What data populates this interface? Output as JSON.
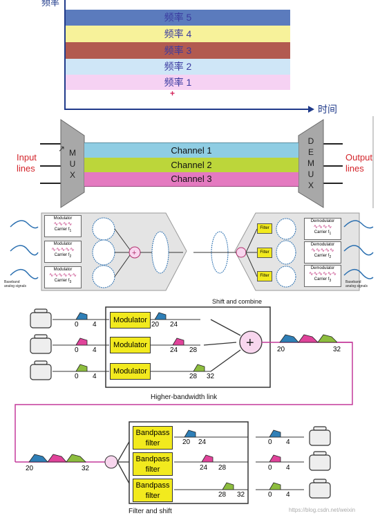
{
  "freq_chart": {
    "y_axis_label": "频率",
    "x_axis_label": "时间",
    "bands": [
      {
        "label": "频率 5",
        "color": "#5b7bbd"
      },
      {
        "label": "频率 4",
        "color": "#f7f29a"
      },
      {
        "label": "频率 3",
        "color": "#b25a50"
      },
      {
        "label": "频率 2",
        "color": "#cfe6f7"
      },
      {
        "label": "频率 1",
        "color": "#f6d2f3"
      }
    ],
    "plus_mark": "+"
  },
  "mux_diagram": {
    "input_label": [
      "Input",
      "lines"
    ],
    "output_label": [
      "Output",
      "lines"
    ],
    "mux_letters": [
      "M",
      "U",
      "X"
    ],
    "demux_letters": [
      "D",
      "E",
      "M",
      "U",
      "X"
    ],
    "channels": [
      {
        "label": "Channel 1",
        "color": "#8fcde3"
      },
      {
        "label": "Channel 2",
        "color": "#bcd63a"
      },
      {
        "label": "Channel 3",
        "color": "#e47ac0"
      }
    ]
  },
  "modulation_diagram": {
    "left_boxes": [
      {
        "title": "Modulator",
        "carrier": "Carrier f",
        "sub": "1"
      },
      {
        "title": "Modulator",
        "carrier": "Carrier f",
        "sub": "2"
      },
      {
        "title": "Modulator",
        "carrier": "Carrier f",
        "sub": "3"
      }
    ],
    "right_boxes": [
      {
        "title": "Demodulator",
        "carrier": "Carrier f",
        "sub": "1"
      },
      {
        "title": "Demodulator",
        "carrier": "Carrier f",
        "sub": "2"
      },
      {
        "title": "Demodulator",
        "carrier": "Carrier f",
        "sub": "3"
      }
    ],
    "filter_label": "Filter",
    "baseband_left": [
      "Baseband",
      "analog signals"
    ],
    "baseband_right": [
      "Baseband",
      "analog signals"
    ]
  },
  "fdm_diagram": {
    "modulator_label": "Modulator",
    "input_ticks": [
      [
        "0",
        "4"
      ],
      [
        "0",
        "4"
      ],
      [
        "0",
        "4"
      ]
    ],
    "output_ticks": [
      [
        "20",
        "24"
      ],
      [
        "24",
        "28"
      ],
      [
        "28",
        "32"
      ]
    ],
    "combined_ticks": [
      "20",
      "32"
    ],
    "caption": "Shift and combine",
    "link_caption": "Higher-bandwidth link",
    "colors": {
      "blue": "#2f7fb7",
      "pink": "#e0439a",
      "green": "#8dbd3e"
    }
  },
  "demux_diagram": {
    "input_ticks": [
      "20",
      "32"
    ],
    "filter_label": [
      "Bandpass",
      "filter"
    ],
    "filter_ticks": [
      [
        "20",
        "24"
      ],
      [
        "24",
        "28"
      ],
      [
        "28",
        "32"
      ]
    ],
    "output_ticks": [
      [
        "0",
        "4"
      ],
      [
        "0",
        "4"
      ],
      [
        "0",
        "4"
      ]
    ],
    "caption": "Filter and shift",
    "watermark": "https://blog.csdn.net/weixin"
  }
}
